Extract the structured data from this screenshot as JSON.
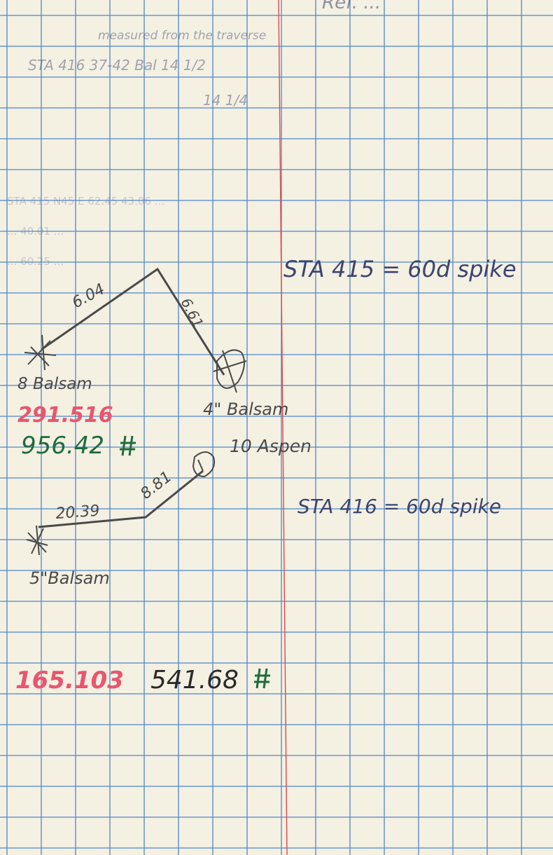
{
  "page": {
    "header_partial": "Ref. ...",
    "header_lines": [
      "measured from the traverse",
      "STA 416  37-42  Bal  14 1/2",
      "14 1/4"
    ],
    "faded_bleed_lines": [
      "STA 415  N45 E  62.45  43.06  ...",
      "... 40.01 ...",
      "... 60.25 ..."
    ]
  },
  "sketch_1": {
    "distance_a": "6.04",
    "distance_b": "6.61",
    "tree_left": "8 Balsam",
    "tree_right": "4\" Balsam",
    "area_red": "291.516",
    "area_green": "956.42",
    "station_note": "STA 415 = 60d spike"
  },
  "sketch_2": {
    "distance_a": "20.39",
    "distance_b": "8.81",
    "tree_right": "10 Aspen",
    "tree_left": "5\"Balsam",
    "station_note": "STA 416 = 60d spike",
    "area_red": "165.103",
    "area_green": "541.68"
  },
  "colors": {
    "paper": "#f4f0e2",
    "grid": "#4e88c9",
    "margin_line": "#e04848",
    "ink_pencil": "#4a4a4a",
    "ink_red": "#e8566e",
    "ink_green": "#1f6a3e",
    "ink_blue": "#3c4470"
  }
}
